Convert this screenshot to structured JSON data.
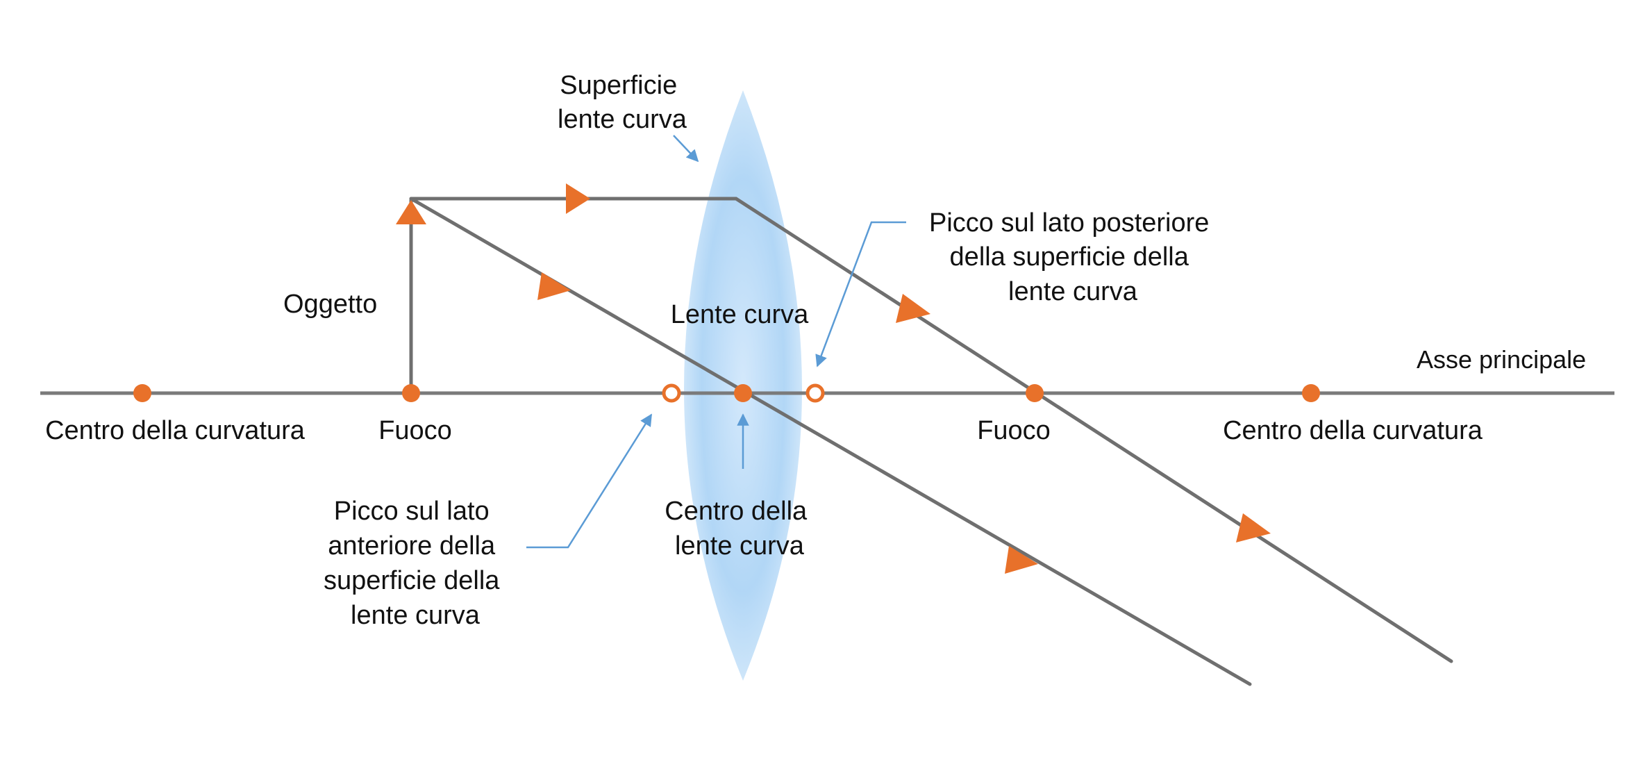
{
  "labels": {
    "superficie_lente_curva": [
      "Superficie",
      "lente curva"
    ],
    "oggetto": "Oggetto",
    "lente_curva": "Lente curva",
    "picco_posteriore": [
      "Picco sul lato posteriore",
      "della superficie della",
      "lente curva"
    ],
    "asse_principale": "Asse principale",
    "centro_curvatura_left": "Centro della curvatura",
    "fuoco_left": "Fuoco",
    "fuoco_right": "Fuoco",
    "centro_curvatura_right": "Centro della curvatura",
    "picco_anteriore": [
      "Picco sul lato",
      "anteriore della",
      "superficie della",
      "lente curva"
    ],
    "centro_lente": [
      "Centro della",
      "lente curva"
    ]
  },
  "colors": {
    "lens": "#a9d2f5",
    "ray": "#6f6f6f",
    "marker": "#e8712a",
    "pointer": "#5b9bd5",
    "text": "#111111"
  }
}
